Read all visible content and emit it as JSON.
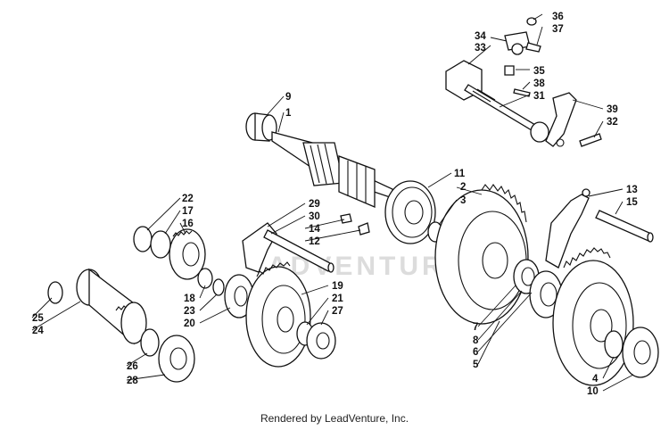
{
  "watermark": "ADVENTURE",
  "footer": "Rendered by LeadVenture, Inc.",
  "callouts": {
    "c9": "9",
    "c1": "1",
    "c34": "34",
    "c33": "33",
    "c36": "36",
    "c37": "37",
    "c35": "35",
    "c38": "38",
    "c31": "31",
    "c39": "39",
    "c32": "32",
    "c11": "11",
    "c2": "2",
    "c3": "3",
    "c13": "13",
    "c15": "15",
    "c22": "22",
    "c17": "17",
    "c16": "16",
    "c29": "29",
    "c30": "30",
    "c14": "14",
    "c12": "12",
    "c18": "18",
    "c23": "23",
    "c20": "20",
    "c19": "19",
    "c21": "21",
    "c27": "27",
    "c25": "25",
    "c24": "24",
    "c26": "26",
    "c28": "28",
    "c7": "7",
    "c8": "8",
    "c6": "6",
    "c5": "5",
    "c4": "4",
    "c10": "10"
  }
}
